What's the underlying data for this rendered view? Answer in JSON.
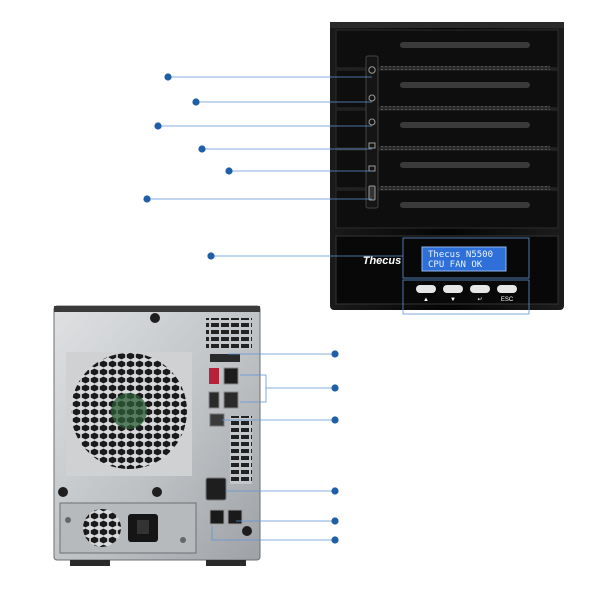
{
  "device": {
    "brand": "Thecus",
    "lcd_line1": "Thecus N5500",
    "lcd_line2": "CPU FAN  OK",
    "key_up": "▲",
    "key_down": "▼",
    "key_enter": "↵",
    "key_esc": "ESC"
  },
  "colors": {
    "callout": "#1f5fa8",
    "lcd": "#2f6fd8",
    "chassis_front": "#0b0b0b",
    "chassis_back": "#c9cbcd"
  }
}
